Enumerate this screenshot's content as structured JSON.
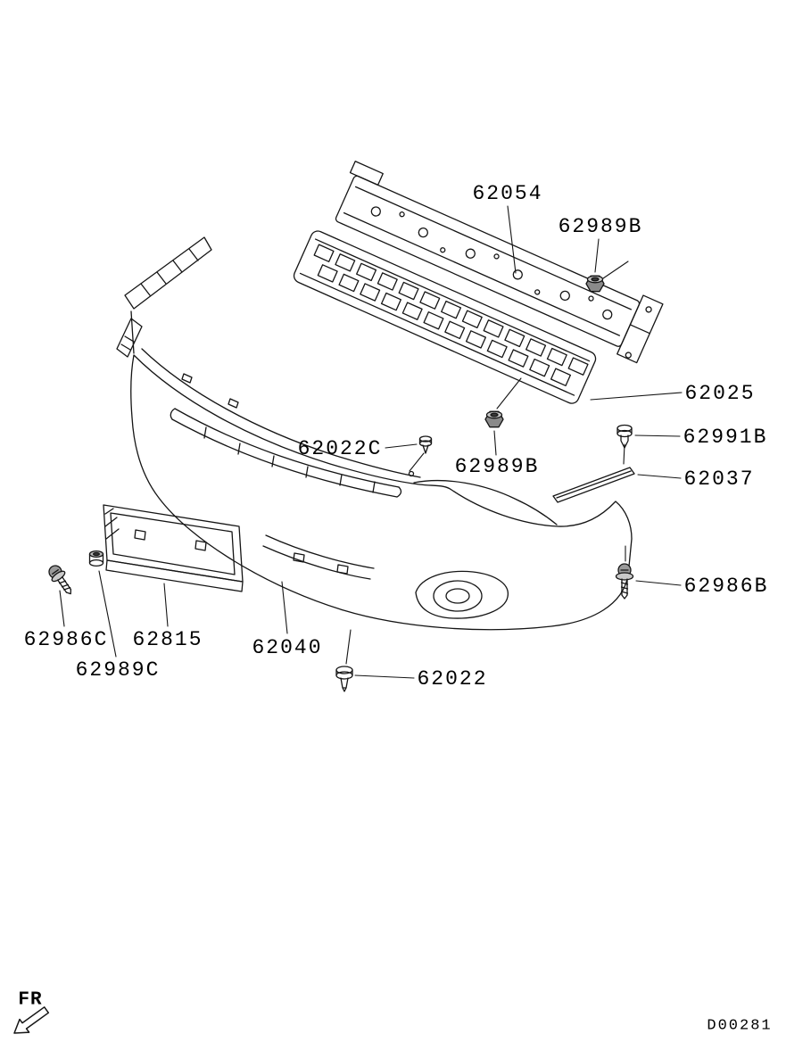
{
  "diagram": {
    "drawing_code": "D00281",
    "orientation_label": "FR",
    "labels": {
      "p62054": "62054",
      "p62989B_upper": "62989B",
      "p62025": "62025",
      "p62991B": "62991B",
      "p62037": "62037",
      "p62986B": "62986B",
      "p62022C": "62022C",
      "p62989B_mid": "62989B",
      "p62022": "62022",
      "p62040": "62040",
      "p62815": "62815",
      "p62989C": "62989C",
      "p62986C": "62986C"
    }
  }
}
